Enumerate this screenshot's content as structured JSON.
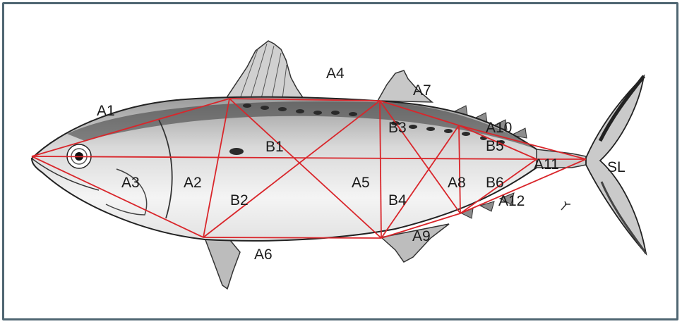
{
  "colors": {
    "frame": "#4f6672",
    "truss_lines": "#d9262b",
    "fish_outline": "#222222"
  },
  "labels": {
    "A1": "A1",
    "A2": "A2",
    "A3": "A3",
    "A4": "A4",
    "A5": "A5",
    "A6": "A6",
    "A7": "A7",
    "A8": "A8",
    "A9": "A9",
    "A10": "A10",
    "A11": "A11",
    "A12": "A12",
    "B1": "B1",
    "B2": "B2",
    "B3": "B3",
    "B4": "B4",
    "B5": "B5",
    "B6": "B6",
    "SL": "SL"
  }
}
